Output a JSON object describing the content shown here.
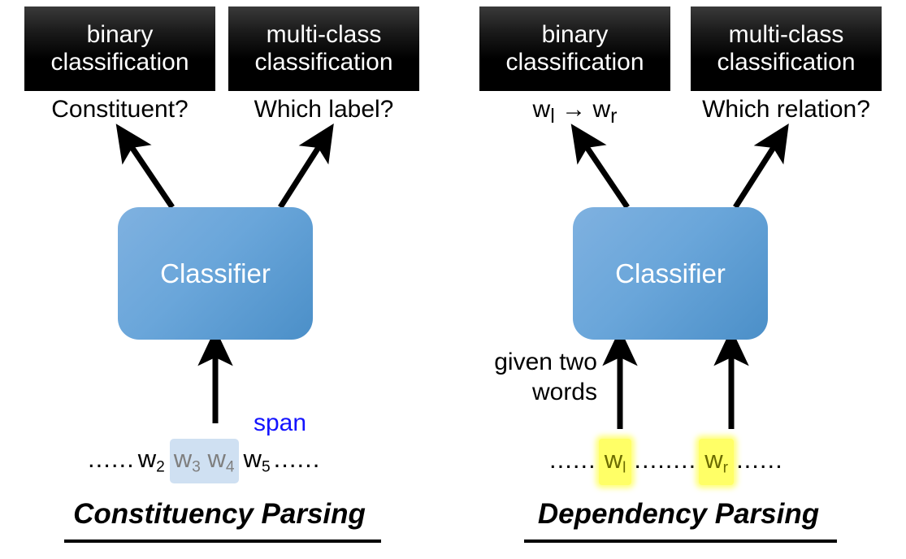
{
  "diagram": {
    "panels": [
      {
        "id": "constituency",
        "caption": "Constituency Parsing",
        "classifier_label": "Classifier",
        "heads": [
          {
            "id": "binary",
            "box_line1": "binary",
            "box_line2": "classification",
            "question": "Constituent?"
          },
          {
            "id": "multiclass",
            "box_line1": "multi-class",
            "box_line2": "classification",
            "question": "Which label?"
          }
        ],
        "input": {
          "leading_dots": "......",
          "trailing_dots": "......",
          "before_tokens": [
            {
              "base": "w",
              "sub": "2"
            }
          ],
          "highlight_tokens": [
            {
              "base": "w",
              "sub": "3"
            },
            {
              "base": "w",
              "sub": "4"
            }
          ],
          "after_tokens": [
            {
              "base": "w",
              "sub": "5"
            }
          ],
          "highlight_label": "span",
          "highlight_color": "#cfe0f2",
          "highlight_text_color": "#7f7f7f",
          "label_color": "#1414ff"
        }
      },
      {
        "id": "dependency",
        "caption": "Dependency Parsing",
        "classifier_label": "Classifier",
        "heads": [
          {
            "id": "binary",
            "box_line1": "binary",
            "box_line2": "classification",
            "question_parts": [
              {
                "base": "w",
                "sub": "l"
              },
              {
                "arrow": "→"
              },
              {
                "base": "w",
                "sub": "r"
              }
            ]
          },
          {
            "id": "multiclass",
            "box_line1": "multi-class",
            "box_line2": "classification",
            "question": "Which relation?"
          }
        ],
        "input": {
          "leading_dots": "......",
          "middle_dots": "........",
          "trailing_dots": "......",
          "token_left": {
            "base": "w",
            "sub": "l"
          },
          "token_right": {
            "base": "w",
            "sub": "r"
          },
          "highlight_color": "#ffff66",
          "highlight_text_color": "#6b6b00"
        },
        "sidenote_line1": "given two",
        "sidenote_line2": "words"
      }
    ],
    "colors": {
      "box_background": "#000000",
      "box_text": "#ffffff",
      "classifier_fill": "#5b9bd5",
      "classifier_text": "#ffffff",
      "arrow": "#000000",
      "page_background": "#ffffff"
    }
  }
}
